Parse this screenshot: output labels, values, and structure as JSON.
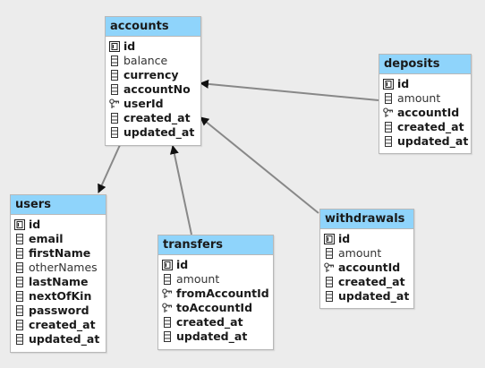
{
  "colors": {
    "background": "#ececec",
    "header_fill": "#8fd4fb",
    "border": "#b8b8b8",
    "connector": "#888888"
  },
  "icons": {
    "primary-key": "primary-key-icon",
    "column": "column-icon",
    "foreign-key": "foreign-key-icon"
  },
  "tables": {
    "accounts": {
      "name": "accounts",
      "fields": [
        {
          "name": "id",
          "icon": "primary-key",
          "bold": true
        },
        {
          "name": "balance",
          "icon": "column",
          "bold": false
        },
        {
          "name": "currency",
          "icon": "column",
          "bold": true
        },
        {
          "name": "accountNo",
          "icon": "column",
          "bold": true
        },
        {
          "name": "userId",
          "icon": "foreign-key",
          "bold": true
        },
        {
          "name": "created_at",
          "icon": "column",
          "bold": true
        },
        {
          "name": "updated_at",
          "icon": "column",
          "bold": true
        }
      ]
    },
    "deposits": {
      "name": "deposits",
      "fields": [
        {
          "name": "id",
          "icon": "primary-key",
          "bold": true
        },
        {
          "name": "amount",
          "icon": "column",
          "bold": false
        },
        {
          "name": "accountId",
          "icon": "foreign-key",
          "bold": true
        },
        {
          "name": "created_at",
          "icon": "column",
          "bold": true
        },
        {
          "name": "updated_at",
          "icon": "column",
          "bold": true
        }
      ]
    },
    "users": {
      "name": "users",
      "fields": [
        {
          "name": "id",
          "icon": "primary-key",
          "bold": true
        },
        {
          "name": "email",
          "icon": "column",
          "bold": true
        },
        {
          "name": "firstName",
          "icon": "column",
          "bold": true
        },
        {
          "name": "otherNames",
          "icon": "column",
          "bold": false
        },
        {
          "name": "lastName",
          "icon": "column",
          "bold": true
        },
        {
          "name": "nextOfKin",
          "icon": "column",
          "bold": true
        },
        {
          "name": "password",
          "icon": "column",
          "bold": true
        },
        {
          "name": "created_at",
          "icon": "column",
          "bold": true
        },
        {
          "name": "updated_at",
          "icon": "column",
          "bold": true
        }
      ]
    },
    "transfers": {
      "name": "transfers",
      "fields": [
        {
          "name": "id",
          "icon": "primary-key",
          "bold": true
        },
        {
          "name": "amount",
          "icon": "column",
          "bold": false
        },
        {
          "name": "fromAccountId",
          "icon": "foreign-key",
          "bold": true
        },
        {
          "name": "toAccountId",
          "icon": "foreign-key",
          "bold": true
        },
        {
          "name": "created_at",
          "icon": "column",
          "bold": true
        },
        {
          "name": "updated_at",
          "icon": "column",
          "bold": true
        }
      ]
    },
    "withdrawals": {
      "name": "withdrawals",
      "fields": [
        {
          "name": "id",
          "icon": "primary-key",
          "bold": true
        },
        {
          "name": "amount",
          "icon": "column",
          "bold": false
        },
        {
          "name": "accountId",
          "icon": "foreign-key",
          "bold": true
        },
        {
          "name": "created_at",
          "icon": "column",
          "bold": true
        },
        {
          "name": "updated_at",
          "icon": "column",
          "bold": true
        }
      ]
    }
  },
  "relationships": [
    {
      "from": "deposits",
      "to": "accounts"
    },
    {
      "from": "accounts",
      "to": "users"
    },
    {
      "from": "transfers",
      "to": "accounts"
    },
    {
      "from": "withdrawals",
      "to": "accounts"
    }
  ]
}
